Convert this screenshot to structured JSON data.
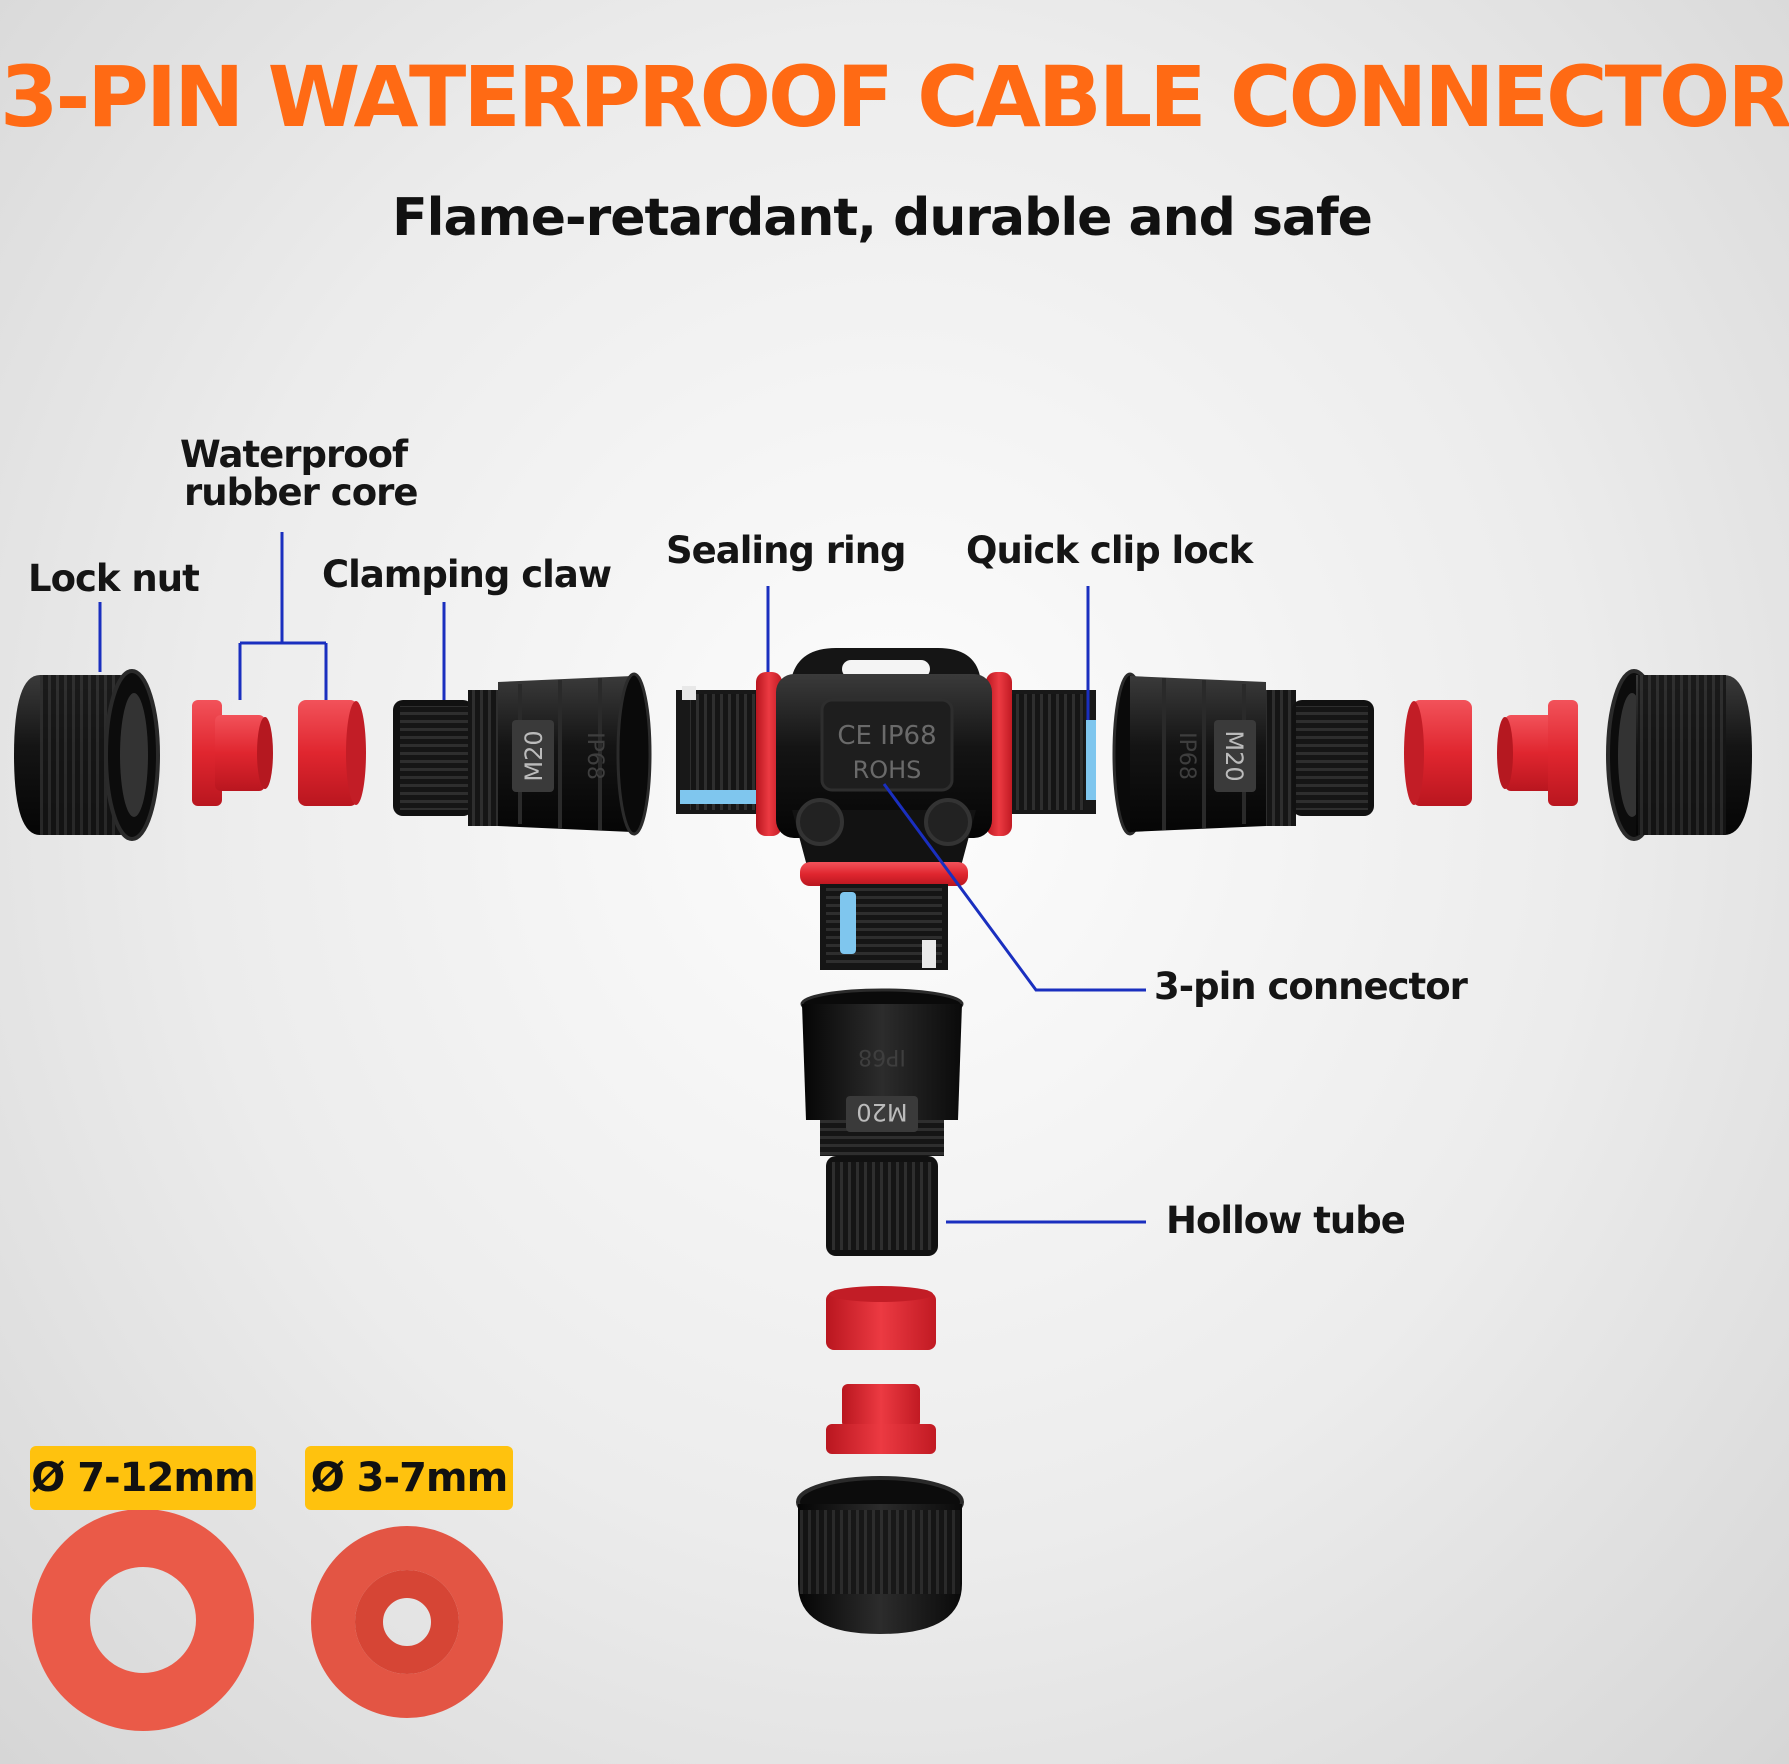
{
  "header": {
    "title": "3-PIN WATERPROOF CABLE CONNECTOR",
    "subtitle": "Flame-retardant, durable and safe"
  },
  "labels": {
    "lock_nut": "Lock nut",
    "rubber_core_line1": "Waterproof",
    "rubber_core_line2": "rubber core",
    "clamping_claw": "Clamping claw",
    "sealing_ring": "Sealing ring",
    "quick_clip_lock": "Quick clip lock",
    "pin_connector": "3-pin connector",
    "hollow_tube": "Hollow tube"
  },
  "markings": {
    "ce_ip": "CE IP68",
    "rohs": "ROHS",
    "thread": "M20",
    "ip": "IP68"
  },
  "sizes": {
    "large": "Ø 7-12mm",
    "small": "Ø 3-7mm"
  },
  "colors": {
    "title": "#ff6a14",
    "callout_line": "#1a2fbf",
    "badge": "#ffc20e",
    "rubber_red": "#e5343d",
    "seal_orange": "#ea5a48",
    "plastic_black": "#1a1a1a"
  }
}
